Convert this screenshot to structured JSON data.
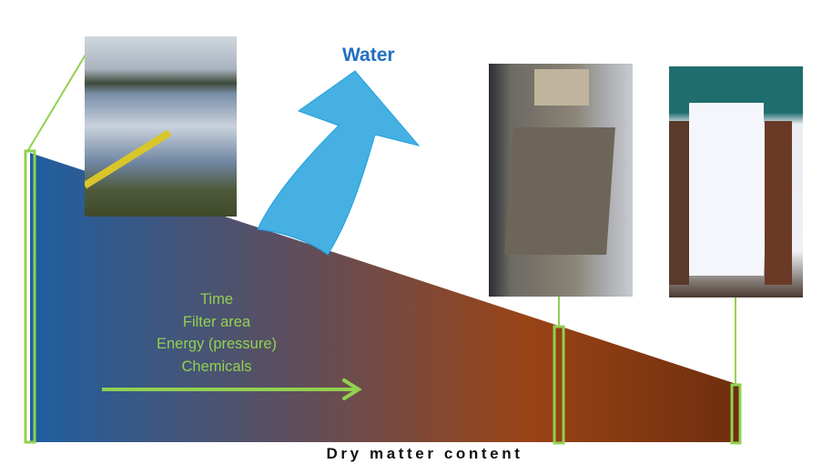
{
  "water_label": "Water",
  "factors": [
    "Time",
    "Filter area",
    "Energy (pressure)",
    "Chemicals"
  ],
  "axis_label": "Dry matter content",
  "colors": {
    "green": "#92d050",
    "water": "#45b0e1",
    "water_text": "#1f6fc0",
    "start": "#1f5fa0",
    "mid": "#9a4416",
    "end": "#6e2e0e"
  }
}
